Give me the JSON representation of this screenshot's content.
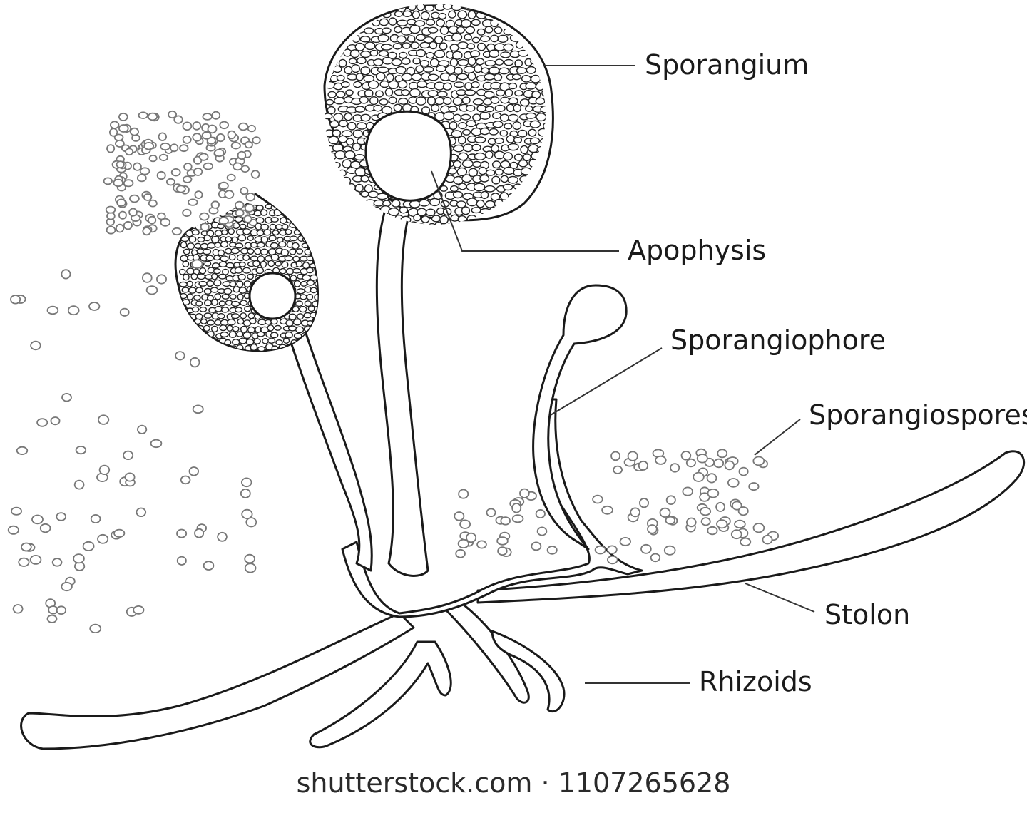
{
  "labels": {
    "sporangium": "Sporangium",
    "apophysis": "Apophysis",
    "sporangiophore": "Sporangiophore",
    "sporangiospores": "Sporangiospores",
    "stolon": "Stolon",
    "rhizoids": "Rhizoids"
  },
  "watermark": "shutterstock.com · 1107265628"
}
